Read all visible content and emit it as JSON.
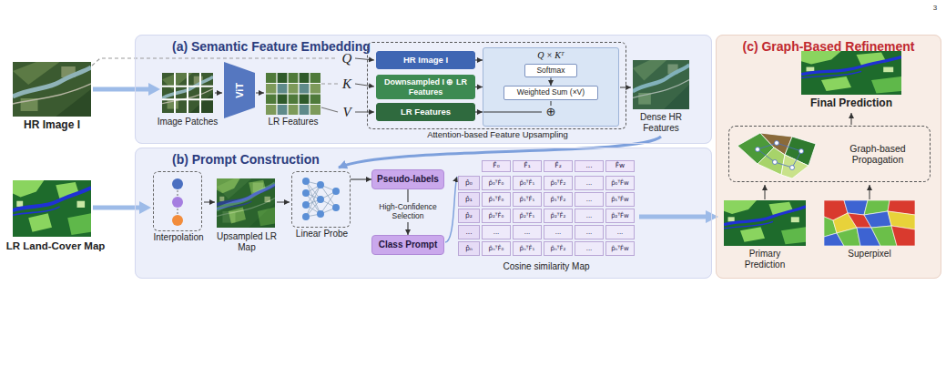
{
  "diagram": {
    "nodes": [
      {
        "text": [
          "(a) Semantic Feature Embedding"
        ]
      },
      {
        "text": [
          "Attention-based Feature Upsampling"
        ],
        "in": 0
      },
      {
        "text": [
          "HR Image I"
        ],
        "in": 1
      },
      {
        "text": [
          "Downsampled I ⊕ LR Features"
        ],
        "in": 1
      },
      {
        "text": [
          "LR Features"
        ],
        "in": 1
      },
      {
        "text": [
          "Q × Kᵀ"
        ],
        "in": 1
      },
      {
        "text": [
          "Softmax"
        ],
        "in": 5
      },
      {
        "text": [
          "Weighted Sum (×V)"
        ],
        "in": 5
      },
      {
        "text": [
          "(b) Prompt Construction"
        ]
      },
      {
        "text": [
          "Interpolation"
        ],
        "in": 8
      },
      {
        "text": [
          "Linear Probe"
        ],
        "in": 8
      },
      {
        "text": [
          "Pseudo-labels"
        ],
        "in": 8
      },
      {
        "text": [
          "Class Prompt"
        ],
        "in": 8
      },
      {
        "text": [
          "(c) Graph-Based Refinement"
        ]
      },
      {
        "text": [
          "Graph-based Propagation"
        ],
        "in": 13
      }
    ],
    "edges": [
      {
        "from": 11,
        "to": 12,
        "arrow": "to",
        "label": "High-Confidence Selection"
      },
      {
        "from": 6,
        "to": 7,
        "arrow": "to"
      },
      {
        "from": 2,
        "to": 5,
        "arrow": "to"
      },
      {
        "from": 3,
        "to": 5,
        "arrow": "to"
      },
      {
        "from": 4,
        "to": 5,
        "arrow": "to"
      },
      {
        "from": 10,
        "to": 11,
        "arrow": "to"
      }
    ],
    "labels": [
      "3",
      "HR Image I",
      "Image Patches",
      "ViT",
      "LR Features",
      "Q",
      "K",
      "V",
      "⊕",
      "Dense HR Features",
      "LR Land-Cover Map",
      "Upsampled LR Map",
      "Cosine similarity Map",
      "Final Prediction",
      "Primary Prediction",
      "Superpixel",
      "F̂₀",
      "F̂₁",
      "F̂₂",
      "...",
      "F̂w",
      "p̂₀",
      "p̂₀ᵀF̂₀",
      "p̂₀ᵀF̂₁",
      "p̂₀ᵀF̂₂",
      "...",
      "p̂₀ᵀF̂w",
      "p̂₁",
      "p̂₁ᵀF̂₀",
      "p̂₁ᵀF̂₁",
      "p̂₁ᵀF̂₂",
      "...",
      "p̂₁ᵀF̂w",
      "p̂₂",
      "p̂₂ᵀF̂₀",
      "p̂₂ᵀF̂₁",
      "p̂₂ᵀF̂₂",
      "...",
      "p̂₂ᵀF̂w",
      "...",
      "...",
      "...",
      "...",
      "...",
      "...",
      "p̂ₙ",
      "p̂ₙᵀF̂₀",
      "p̂ₙᵀF̂₁",
      "p̂ₙᵀF̂₂",
      "...",
      "p̂ₙᵀF̂w"
    ]
  }
}
